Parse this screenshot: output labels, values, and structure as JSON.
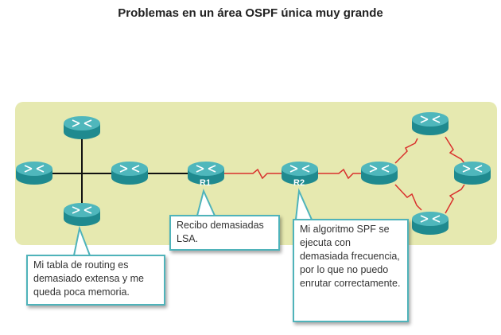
{
  "title": "Problemas en un área OSPF única muy grande",
  "routers": {
    "r1_label": "R1",
    "r2_label": "R2"
  },
  "callouts": {
    "routing_table": "Mi tabla de routing es demasiado extensa y me queda poca memoria.",
    "lsa": "Recibo demasiadas LSA.",
    "spf": "Mi algoritmo SPF se ejecuta con demasiada frecuencia, por lo que no puedo enrutar correctamente."
  },
  "colors": {
    "area_background": "#e6e9b0",
    "router_body": "#1f8a8f",
    "router_top": "#4fb7bc",
    "serial_link": "#d9302c",
    "ethernet_link": "#111111",
    "callout_border": "#4fb3ba"
  },
  "icons": [
    "router-icon",
    "serial-link",
    "ethernet-link"
  ]
}
